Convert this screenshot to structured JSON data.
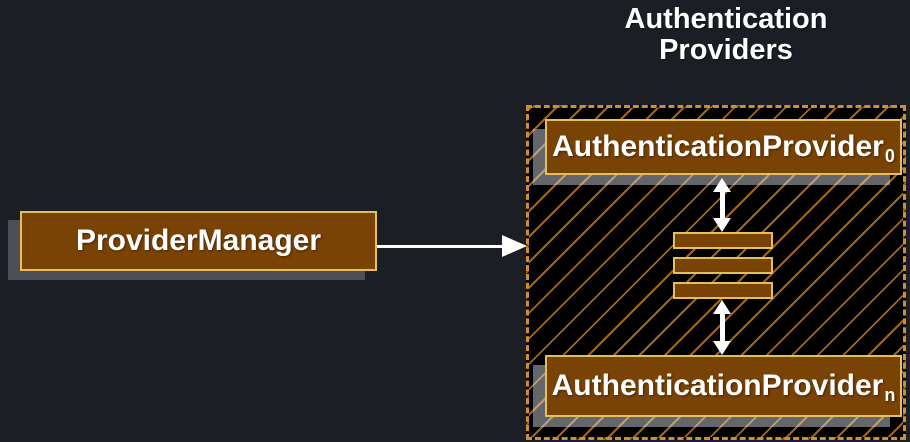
{
  "title": {
    "line1": "Authentication",
    "line2": "Providers"
  },
  "provider_manager": {
    "label": "ProviderManager"
  },
  "providers_group": {
    "top_box": {
      "label": "AuthenticationProvider",
      "subscript": "0"
    },
    "bottom_box": {
      "label": "AuthenticationProvider",
      "subscript": "n"
    },
    "stack_bars_count": 3
  },
  "colors": {
    "page_background": "#1b1e24",
    "box_fill": "#7a4306",
    "box_border": "#e2c05e",
    "container_background": "#000000",
    "hatch_line": "#a2661c",
    "dashed_border": "#cf8d35",
    "arrow": "#ffffff",
    "shadow": "#6e7177",
    "text": "#ffffff"
  }
}
